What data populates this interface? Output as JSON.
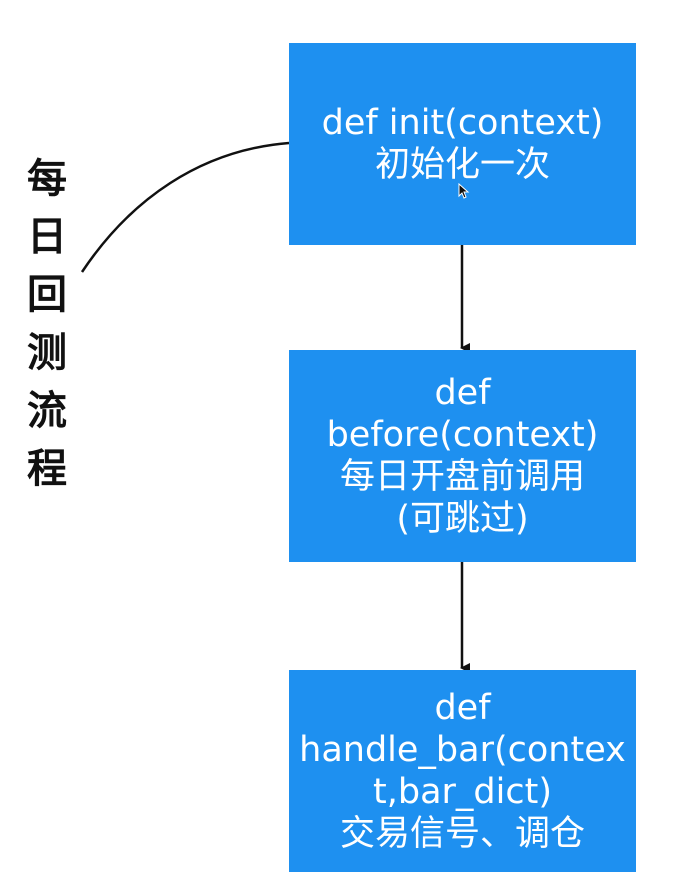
{
  "side_label": {
    "chars": [
      "每",
      "日",
      "回",
      "测",
      "流",
      "程"
    ]
  },
  "boxes": {
    "init": {
      "lines": [
        "def  init(context)",
        "初始化一次"
      ]
    },
    "before": {
      "lines": [
        "def",
        "before(context)",
        "每日开盘前调用",
        "(可跳过)"
      ]
    },
    "handle_bar": {
      "lines": [
        "def",
        "handle_bar(contex",
        "t,bar_dict)",
        "交易信号、调仓"
      ]
    }
  },
  "colors": {
    "box_fill": "#1e90f0",
    "box_text": "#ffffff",
    "line": "#111111"
  }
}
